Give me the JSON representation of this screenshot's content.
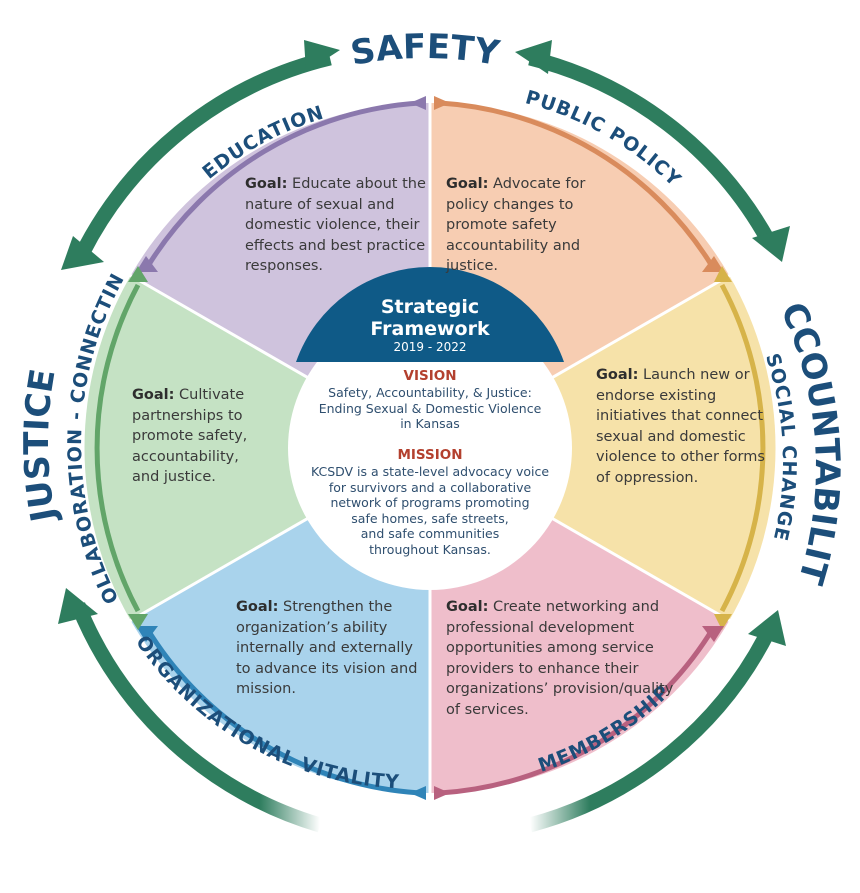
{
  "title_top": "SAFETY",
  "title_left": "JUSTICE",
  "title_right": "ACCOUNTABILITY",
  "ring_labels": {
    "education": "EDUCATION",
    "public_policy": "PUBLIC POLICY",
    "social_change": "SOCIAL CHANGE",
    "membership": "MEMBERSHIP",
    "organizational_vitality": "ORGANIZATIONAL VITALITY",
    "collaboration": "COLLABORATION - CONNECTING"
  },
  "goal_prefix": "Goal:",
  "goals": {
    "education": "Educate about the nature of sexual and domestic violence, their effects and best practice responses.",
    "public_policy": "Advocate for policy changes to promote safety accountability and justice.",
    "social_change": "Launch new or endorse existing initiatives that connect sexual and domestic violence to other forms of oppression.",
    "membership": "Create networking and professional development opportunities among service providers to enhance their organizations’ provision/quality of services.",
    "organizational_vitality": "Strengthen the organization’s ability internally and externally to advance its vision and mission.",
    "collaboration": "Cultivate partnerships to promote safety, accountability, and justice."
  },
  "center": {
    "heading_line1": "Strategic",
    "heading_line2": "Framework",
    "years": "2019 - 2022",
    "vision_label": "VISION",
    "vision_text": [
      "Safety, Accountability, & Justice:",
      "Ending Sexual & Domestic Violence",
      "in Kansas"
    ],
    "mission_label": "MISSION",
    "mission_text": [
      "KCSDV is a state-level advocacy voice",
      "for survivors and a collaborative",
      "network of programs promoting",
      "safe homes, safe streets,",
      "and safe communities",
      "throughout Kansas."
    ]
  },
  "colors": {
    "outer_arrow": "#2e7d5e",
    "title": "#1c4e7a",
    "education": "#cfc3dd",
    "public_policy": "#f7cdb2",
    "social_change": "#f6e2a9",
    "membership": "#efbecb",
    "organizational_vitality": "#a9d3ec",
    "collaboration": "#c5e2c4",
    "center_header": "#0f5a87",
    "vision_label": "#b3402e"
  }
}
